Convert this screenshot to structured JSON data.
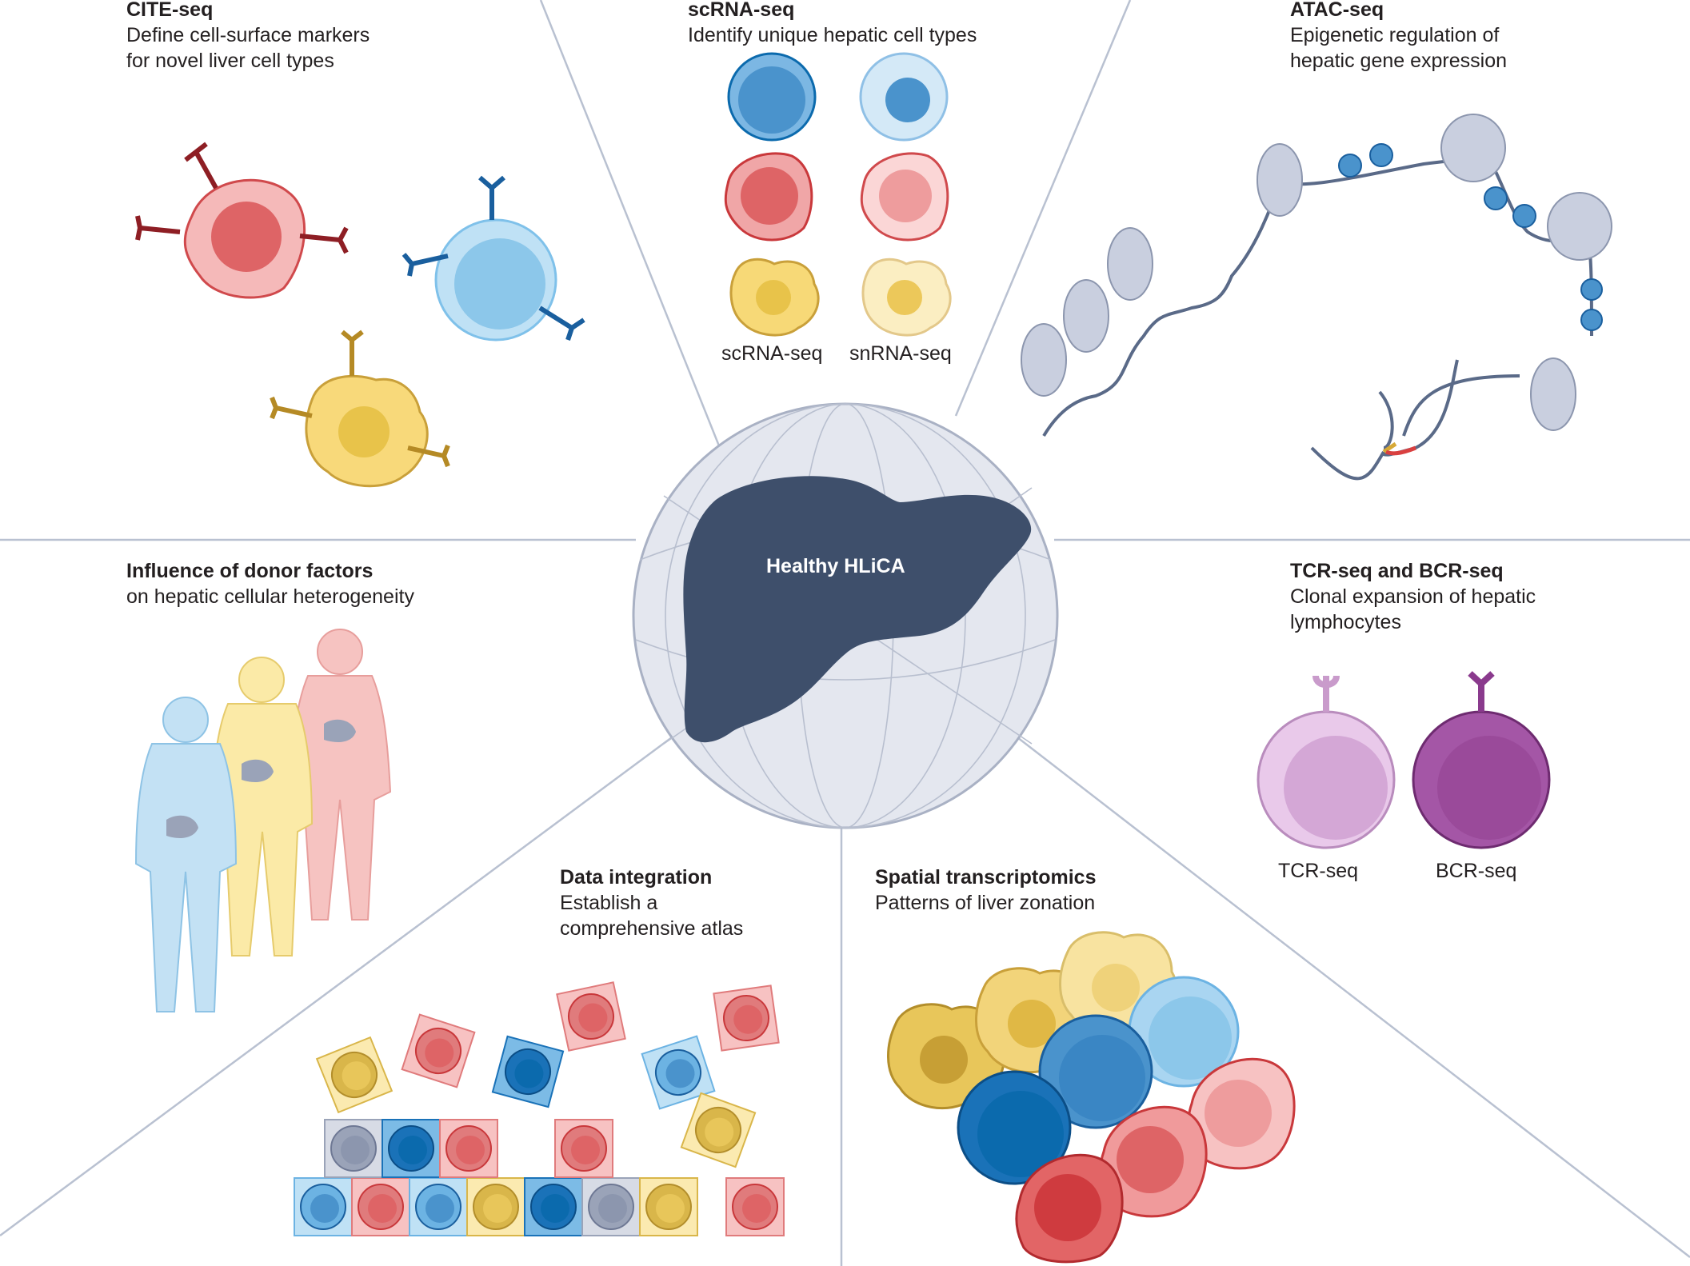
{
  "figure": {
    "center": {
      "label": "Healthy HLiCA"
    },
    "panels": [
      {
        "id": "cite-seq",
        "title": "CITE-seq",
        "description_lines": [
          "Define cell-surface markers",
          "for novel liver cell types"
        ]
      },
      {
        "id": "scrna-seq",
        "title": "scRNA-seq",
        "description_lines": [
          "Identify unique hepatic cell types"
        ],
        "sublabels": [
          "scRNA-seq",
          "snRNA-seq"
        ]
      },
      {
        "id": "atac-seq",
        "title": "ATAC-seq",
        "description_lines": [
          "Epigenetic regulation of",
          "hepatic gene expression"
        ]
      },
      {
        "id": "donor-factors",
        "title": "Influence of donor factors",
        "description_lines": [
          "on hepatic cellular heterogeneity"
        ]
      },
      {
        "id": "tcr-bcr-seq",
        "title": "TCR-seq and BCR-seq",
        "description_lines": [
          "Clonal expansion of hepatic",
          "lymphocytes"
        ],
        "sublabels": [
          "TCR-seq",
          "BCR-seq"
        ]
      },
      {
        "id": "data-integration",
        "title": "Data integration",
        "description_lines": [
          "Establish a",
          "comprehensive atlas"
        ]
      },
      {
        "id": "spatial-transcriptomics",
        "title": "Spatial transcriptomics",
        "description_lines": [
          "Patterns of liver zonation"
        ]
      }
    ],
    "colors": {
      "divider": "#b9c1d1",
      "liver": "#3e4f6b",
      "globe_fill": "#e4e7ef",
      "globe_line": "#a9b1c4",
      "red": "#de6466",
      "red_light": "#f5c9c9",
      "blue": "#4a93cc",
      "blue_dark": "#0b6aad",
      "blue_light": "#bfe1f5",
      "yellow": "#e8c65a",
      "yellow_light": "#f8e7a8",
      "gray": "#c6ccd9",
      "purple_light": "#d8b4da",
      "purple": "#9a4a9a",
      "text": "#231f20"
    }
  }
}
